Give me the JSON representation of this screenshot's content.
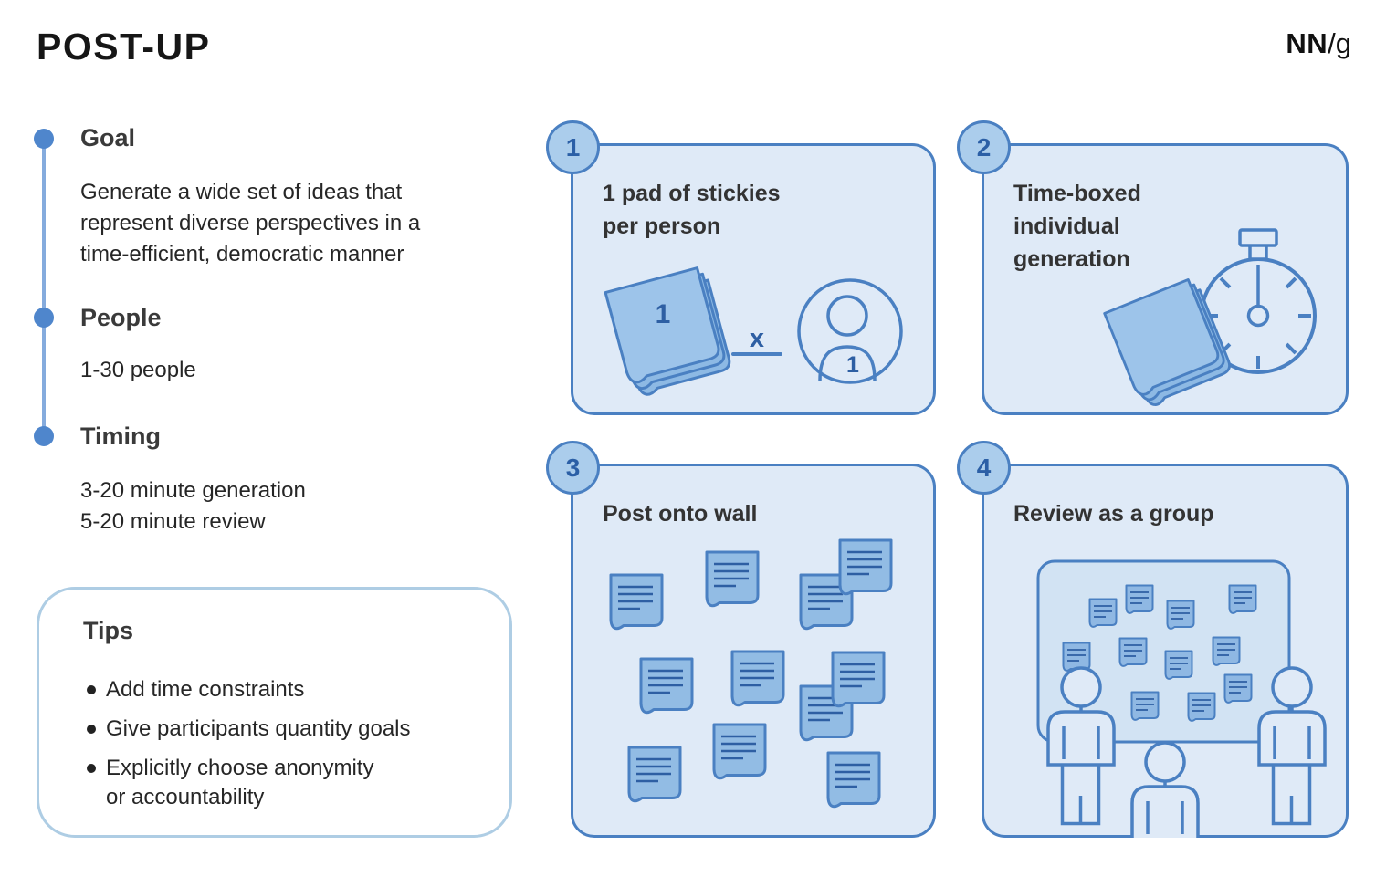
{
  "page": {
    "title": "POST-UP",
    "logo_bold": "NN",
    "logo_light": "/g"
  },
  "method": {
    "sections": [
      {
        "heading": "Goal",
        "body": [
          "Generate a wide set of ideas that",
          "represent diverse perspectives in a",
          "time-efficient, democratic manner"
        ]
      },
      {
        "heading": "People",
        "body": [
          "1-30 people"
        ]
      },
      {
        "heading": "Timing",
        "body": [
          "3-20 minute generation",
          "5-20 minute review"
        ]
      }
    ],
    "tips": {
      "heading": "Tips",
      "items": [
        "Add time constraints",
        "Give participants quantity goals",
        [
          "Explicitly choose anonymity",
          "or accountability"
        ]
      ]
    }
  },
  "steps": [
    {
      "number": "1",
      "title": [
        "1 pad of stickies",
        "per person"
      ],
      "pad_count": "1",
      "multiply_label": "x",
      "person_count": "1",
      "icons": [
        "sticky-pad-icon",
        "multiply-sign-icon",
        "person-icon"
      ]
    },
    {
      "number": "2",
      "title": [
        "Time-boxed",
        "individual",
        "generation"
      ],
      "icons": [
        "sticky-pad-icon",
        "stopwatch-icon"
      ]
    },
    {
      "number": "3",
      "title": [
        "Post onto wall"
      ],
      "icons": [
        "sticky-notes-icon"
      ]
    },
    {
      "number": "4",
      "title": [
        "Review as a group"
      ],
      "icons": [
        "sticky-board-icon",
        "people-icon"
      ]
    }
  ],
  "colors": {
    "title_black": "#161616",
    "text_dark": "#3a3a3a",
    "accent_border": "#4a80c2",
    "card_bg": "#dfeaf7",
    "badge_bg": "#abcdec",
    "badge_text": "#2b5fa6",
    "sticky_fill": "#92bce4",
    "sticky_top_fill": "#9dc4ea",
    "sticky_line": "#2e5fa3",
    "board_bg": "#d2e3f3",
    "rail_line": "#85abdd",
    "rail_dot": "#4f86cc",
    "tips_border": "#aecde4"
  }
}
